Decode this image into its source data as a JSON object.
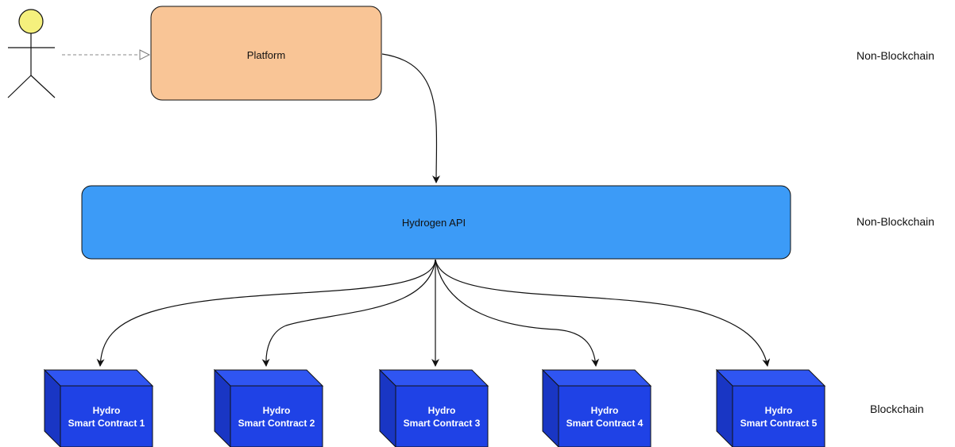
{
  "platform": {
    "label": "Platform"
  },
  "api": {
    "label": "Hydrogen API"
  },
  "contracts": [
    {
      "line1": "Hydro",
      "line2": "Smart Contract 1"
    },
    {
      "line1": "Hydro",
      "line2": "Smart Contract 2"
    },
    {
      "line1": "Hydro",
      "line2": "Smart Contract 3"
    },
    {
      "line1": "Hydro",
      "line2": "Smart Contract 4"
    },
    {
      "line1": "Hydro",
      "line2": "Smart Contract 5"
    }
  ],
  "layers": {
    "platform": "Non-Blockchain",
    "api": "Non-Blockchain",
    "contracts": "Blockchain"
  },
  "colors": {
    "actor_head": "#f5f07d",
    "platform_fill": "#f9c596",
    "api_fill": "#3c9bf7",
    "contract_front": "#1f42e6",
    "contract_side": "#1936c4",
    "contract_top": "#2f55f2"
  }
}
